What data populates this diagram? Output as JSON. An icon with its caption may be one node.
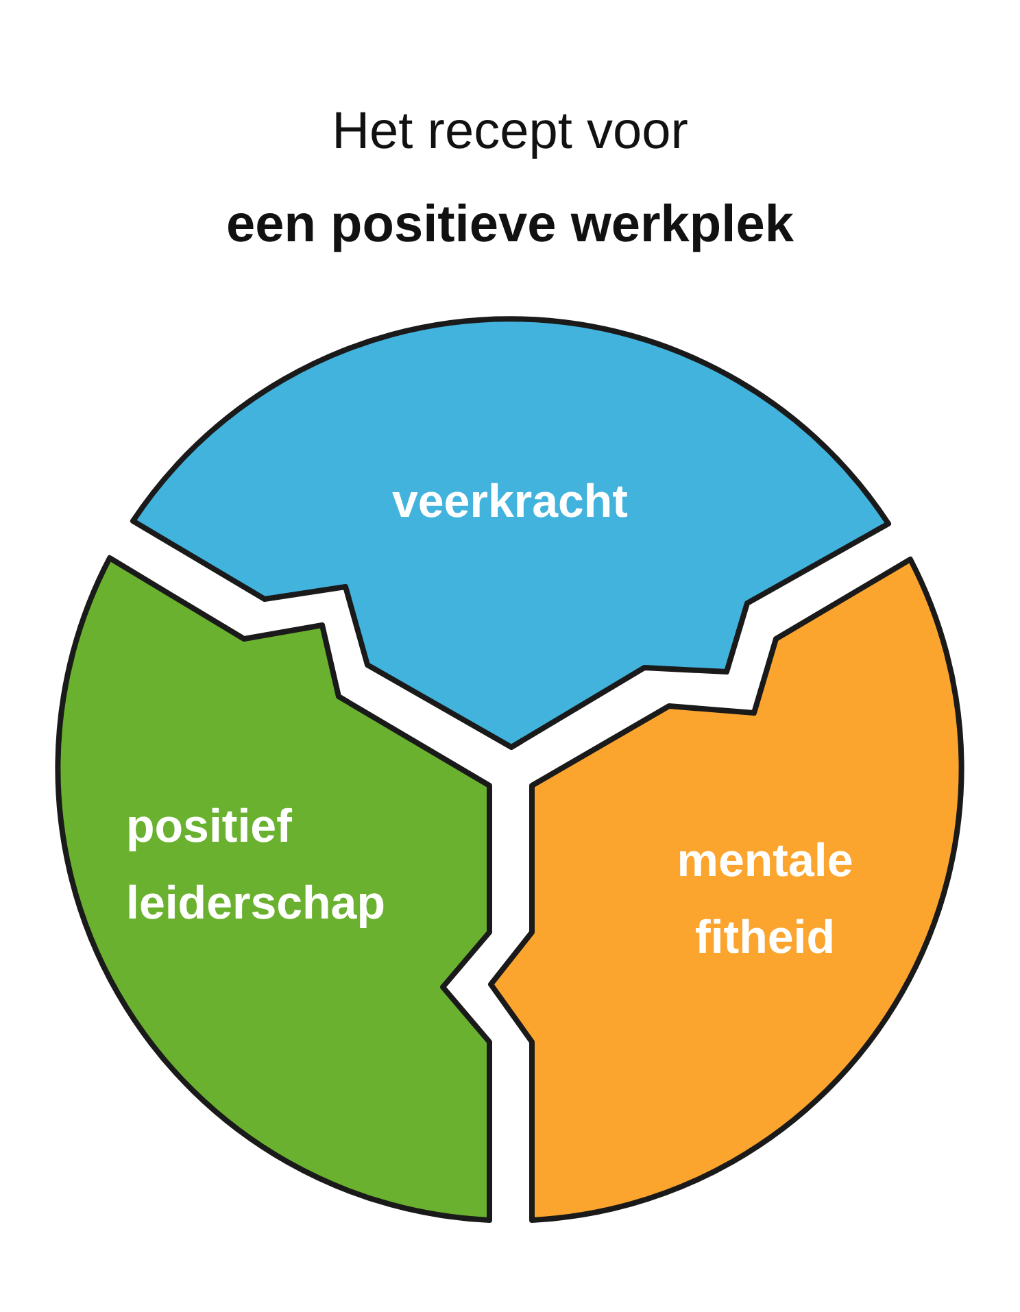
{
  "diagram": {
    "title": "Het recept voor **een positieve werkplek**",
    "nodes": [
      {
        "text": [
          "veerkracht"
        ]
      },
      {
        "text": [
          "positief leiderschap"
        ]
      },
      {
        "text": [
          "mentale fitheid"
        ]
      }
    ]
  }
}
